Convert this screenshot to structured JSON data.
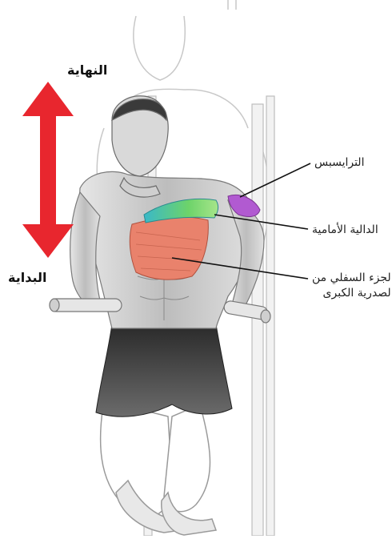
{
  "phases": {
    "end": "النهاية",
    "start": "البداية"
  },
  "labels": {
    "triceps": "الترايسبس",
    "front_deltoid": "الدالية الأمامية",
    "lower_pec_line1": "الجزء السفلي من",
    "lower_pec_line2": "الصدرية الكبرى"
  },
  "colors": {
    "arrow": "#e8262e",
    "triceps": "#b15ad1",
    "front_deltoid": "#3ab8c8",
    "front_deltoid_2": "#6dd36a",
    "pectoral": "#e9826c",
    "skin": "#cfcfcf",
    "shorts": "#3b3b3b"
  }
}
